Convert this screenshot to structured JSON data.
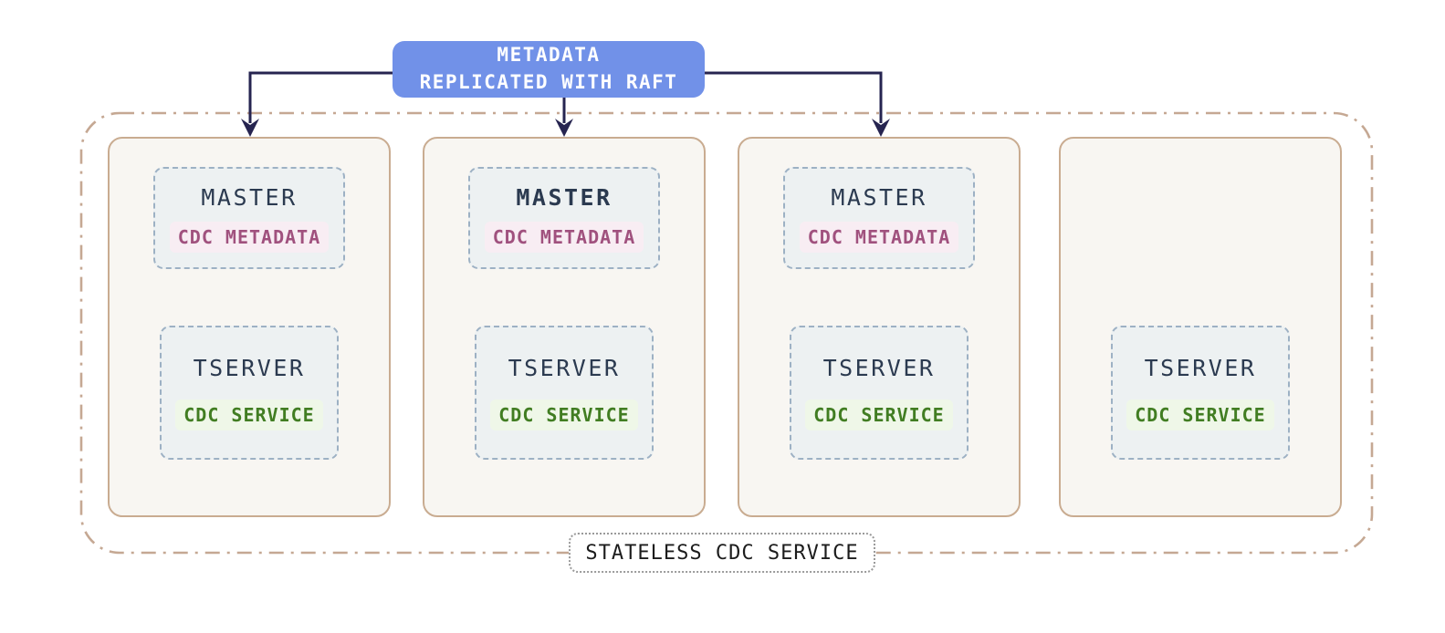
{
  "banner": {
    "line1": "METADATA",
    "line2": "REPLICATED WITH RAFT"
  },
  "cluster": {
    "label": "STATELESS CDC SERVICE"
  },
  "nodes": [
    {
      "master": {
        "label": "MASTER",
        "badge": "CDC METADATA",
        "emphasis": false
      },
      "tserver": {
        "label": "TSERVER",
        "badge": "CDC SERVICE"
      }
    },
    {
      "master": {
        "label": "MASTER",
        "badge": "CDC METADATA",
        "emphasis": true
      },
      "tserver": {
        "label": "TSERVER",
        "badge": "CDC SERVICE"
      }
    },
    {
      "master": {
        "label": "MASTER",
        "badge": "CDC METADATA",
        "emphasis": false
      },
      "tserver": {
        "label": "TSERVER",
        "badge": "CDC SERVICE"
      }
    },
    {
      "tserver": {
        "label": "TSERVER",
        "badge": "CDC SERVICE"
      }
    }
  ],
  "colors": {
    "banner-bg": "#7191e8",
    "banner-text": "#ffffff",
    "arrow": "#262450",
    "cluster-border": "#c5a893",
    "node-border": "#c9ac91",
    "node-bg": "#f8f6f2",
    "inner-border": "#9db1c4",
    "inner-bg": "#edf1f2",
    "title-text": "#2b3a50",
    "metadata-text": "#a0517e",
    "metadata-bg": "#f8edf3",
    "service-text": "#417d22",
    "service-bg": "#eff7e8",
    "label-text": "#1c1c1c",
    "label-border": "#9a9a9a"
  }
}
